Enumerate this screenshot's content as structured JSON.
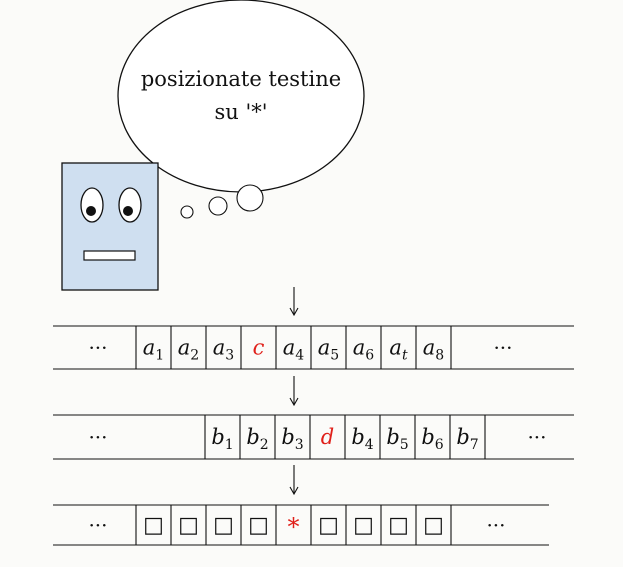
{
  "thought_bubble": {
    "line1": "posizionate testine",
    "line2": "su '*'"
  },
  "tapes": [
    {
      "name": "tape-1",
      "left_ellipsis": "···",
      "right_ellipsis": "···",
      "cells": [
        {
          "base": "a",
          "sub": "1"
        },
        {
          "base": "a",
          "sub": "2"
        },
        {
          "base": "a",
          "sub": "3"
        },
        {
          "base": "c",
          "sub": "",
          "highlight": true
        },
        {
          "base": "a",
          "sub": "4"
        },
        {
          "base": "a",
          "sub": "5"
        },
        {
          "base": "a",
          "sub": "6"
        },
        {
          "base": "a",
          "sub": "t"
        },
        {
          "base": "a",
          "sub": "8"
        }
      ]
    },
    {
      "name": "tape-2",
      "left_ellipsis": "···",
      "right_ellipsis": "···",
      "cells": [
        {
          "base": "b",
          "sub": "1"
        },
        {
          "base": "b",
          "sub": "2"
        },
        {
          "base": "b",
          "sub": "3"
        },
        {
          "base": "d",
          "sub": "",
          "highlight": true
        },
        {
          "base": "b",
          "sub": "4"
        },
        {
          "base": "b",
          "sub": "5"
        },
        {
          "base": "b",
          "sub": "6"
        },
        {
          "base": "b",
          "sub": "7"
        }
      ]
    },
    {
      "name": "tape-3",
      "left_ellipsis": "···",
      "right_ellipsis": "···",
      "cells": [
        {
          "base": "□",
          "sub": ""
        },
        {
          "base": "□",
          "sub": ""
        },
        {
          "base": "□",
          "sub": ""
        },
        {
          "base": "□",
          "sub": ""
        },
        {
          "base": "*",
          "sub": "",
          "highlight": true
        },
        {
          "base": "□",
          "sub": ""
        },
        {
          "base": "□",
          "sub": ""
        },
        {
          "base": "□",
          "sub": ""
        },
        {
          "base": "□",
          "sub": ""
        }
      ]
    }
  ],
  "colors": {
    "face_fill": "#cfdff0",
    "highlight": "#e0201a",
    "ink": "#111111"
  }
}
